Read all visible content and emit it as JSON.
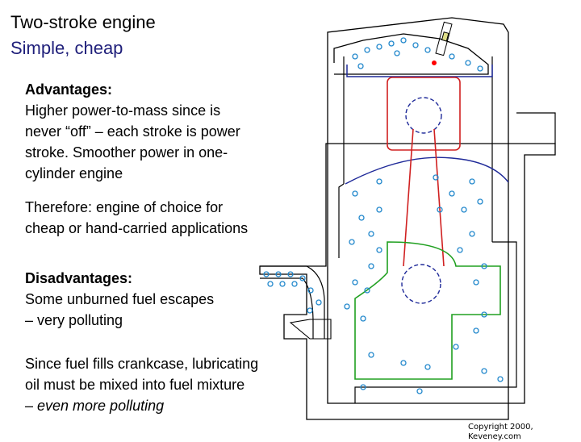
{
  "title": "Two-stroke engine",
  "subtitle": "Simple, cheap",
  "advantages": {
    "heading": "Advantages:",
    "lines": [
      "Higher power-to-mass since is",
      "never “off” – each stroke is power",
      "stroke. Smoother power in one-",
      "cylinder engine"
    ]
  },
  "therefore": {
    "lines": [
      "Therefore: engine of choice for",
      "cheap or hand-carried applications"
    ]
  },
  "disadvantages": {
    "heading": "Disadvantages:",
    "lines": [
      "Some unburned fuel escapes",
      "– very polluting"
    ]
  },
  "since": {
    "lines": [
      "Since fuel fills crankcase, lubricating",
      "oil must be mixed into fuel mixture"
    ],
    "last_prefix": "– ",
    "last_italic": "even more polluting"
  },
  "copyright": "Copyright 2000, Keveney.com",
  "colors": {
    "outline": "#000000",
    "piston": "#d02020",
    "rod": "#d02020",
    "crank": "#20a020",
    "fuel_bubbles": "#2288cc",
    "chamber": "#1f2a99",
    "plug_tip": "#ff0000"
  }
}
